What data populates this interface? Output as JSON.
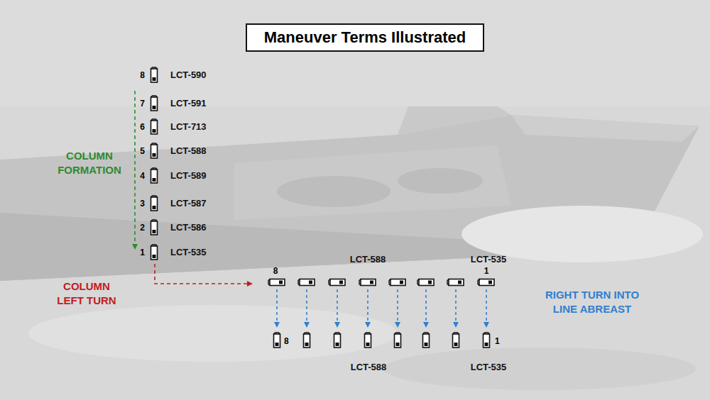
{
  "diagram": {
    "title": "Maneuver Terms Illustrated",
    "labels": [
      "8",
      "LCT-590",
      "7",
      "LCT-591",
      "6",
      "LCT-713",
      "5",
      "LCT-588",
      "4",
      "LCT-589",
      "3",
      "LCT-587",
      "2",
      "LCT-586",
      "COLUMN FORMATION",
      "1",
      "LCT-535",
      "COLUMN LEFT TURN",
      "LCT-588",
      "LCT-535",
      "8",
      "1",
      "RIGHT TURN INTO LINE ABREAST",
      "8",
      "1",
      "LCT-588",
      "LCT-535"
    ]
  }
}
